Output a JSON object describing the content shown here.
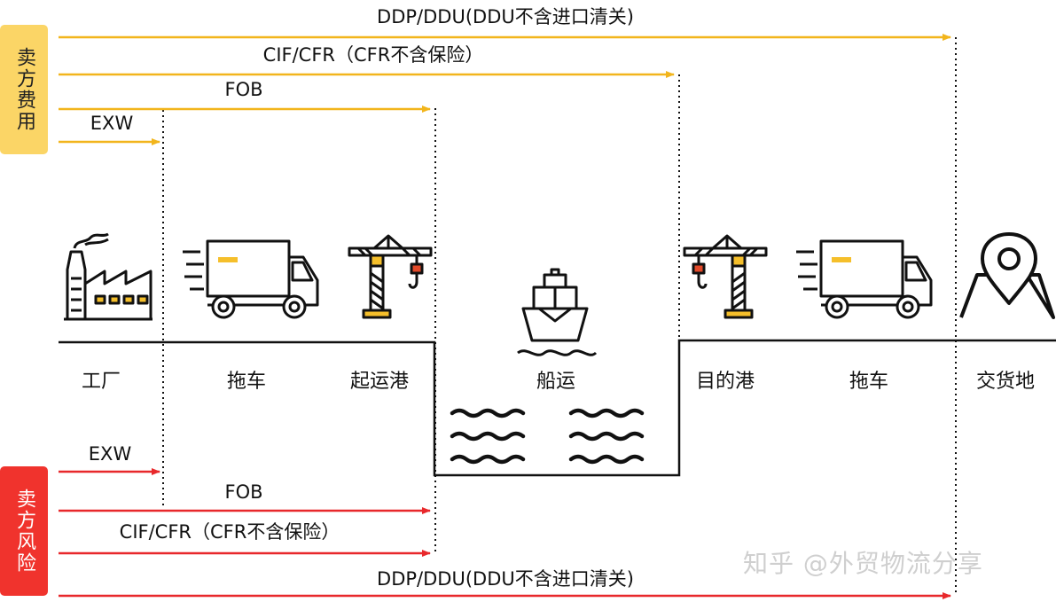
{
  "seller_cost": {
    "tag": "卖方费用",
    "arrows": [
      {
        "label": "DDP/DDU(DDU不含进口清关)"
      },
      {
        "label": "CIF/CFR（CFR不含保险）"
      },
      {
        "label": "FOB"
      },
      {
        "label": "EXW"
      }
    ]
  },
  "seller_risk": {
    "tag": "卖方风险",
    "arrows": [
      {
        "label": "EXW"
      },
      {
        "label": "FOB"
      },
      {
        "label": "CIF/CFR（CFR不含保险）"
      },
      {
        "label": "DDP/DDU(DDU不含进口清关)"
      }
    ]
  },
  "stages": [
    {
      "label": "工厂",
      "icon": "factory-icon"
    },
    {
      "label": "拖车",
      "icon": "truck-icon"
    },
    {
      "label": "起运港",
      "icon": "crane-icon"
    },
    {
      "label": "船运",
      "icon": "ship-icon"
    },
    {
      "label": "目的港",
      "icon": "crane-icon"
    },
    {
      "label": "拖车",
      "icon": "truck-icon"
    },
    {
      "label": "交货地",
      "icon": "location-map-icon"
    }
  ],
  "watermark": "知乎 @外贸物流分享",
  "colors": {
    "cost_arrow": "#f2b51c",
    "risk_arrow": "#e8282b",
    "cost_tag": "#fbd566",
    "risk_tag": "#f0332d",
    "icon_accent": "#f5bf2b",
    "hook_red": "#e44a2a"
  }
}
